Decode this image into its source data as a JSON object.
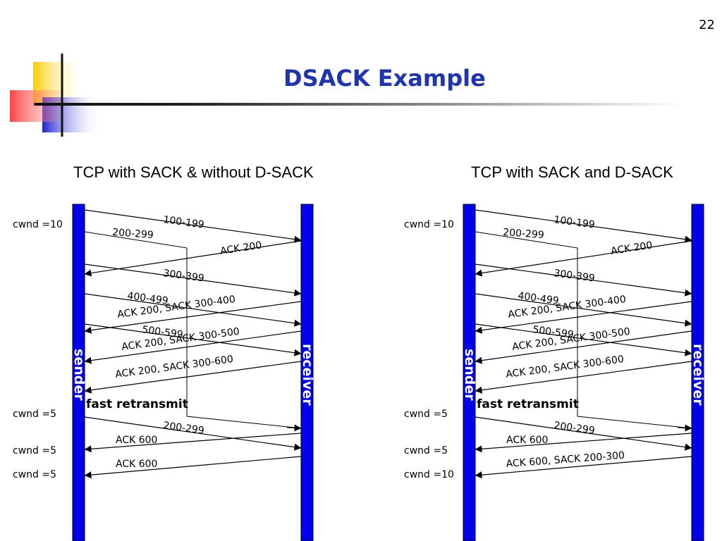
{
  "page_number": "22",
  "title": "DSACK Example",
  "colors": {
    "title": "#1f34b0",
    "lifeline": "#0000ee",
    "logo_yellow": "#ffcc00",
    "logo_red": "#ff3333",
    "logo_blue": "#3333cc"
  },
  "panels": [
    {
      "title": "TCP with SACK & without D-SACK",
      "sender_label": "sender",
      "receiver_label": "receiver",
      "cwnd_labels": [
        "cwnd =10",
        "cwnd =5",
        "cwnd =5",
        "cwnd =5"
      ],
      "fast_retransmit_label": "fast retransmit",
      "messages": [
        "100-199",
        "200-299",
        "ACK 200",
        "300-399",
        "400-499",
        "ACK 200, SACK 300-400",
        "500-599",
        "ACK 200, SACK 300-500",
        "ACK 200, SACK 300-600",
        "200-299",
        "ACK 600",
        "ACK 600"
      ]
    },
    {
      "title": "TCP with SACK and D-SACK",
      "sender_label": "sender",
      "receiver_label": "receiver",
      "cwnd_labels": [
        "cwnd =10",
        "cwnd =5",
        "cwnd =5",
        "cwnd =10"
      ],
      "fast_retransmit_label": "fast retransmit",
      "messages": [
        "100-199",
        "200-299",
        "ACK 200",
        "300-399",
        "400-499",
        "ACK 200, SACK 300-400",
        "500-599",
        "ACK 200, SACK 300-500",
        "ACK 200, SACK 300-600",
        "200-299",
        "ACK 600",
        "ACK 600, SACK 200-300"
      ]
    }
  ]
}
